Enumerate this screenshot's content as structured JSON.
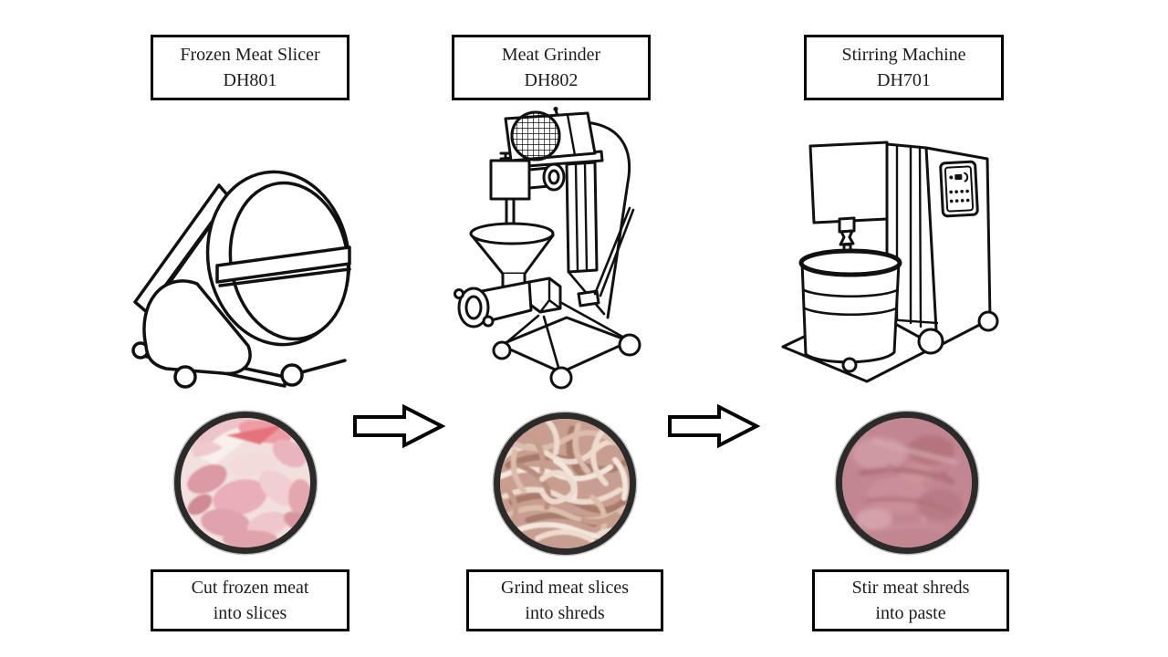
{
  "figure": {
    "background_color": "#ffffff",
    "line_color": "#111111",
    "box_border_color": "#000000",
    "text_color": "#1c1c1c",
    "arrow_fill": "#ffffff",
    "arrow_stroke": "#000000"
  },
  "stages": [
    {
      "machine_name": "Frozen Meat Slicer",
      "model": "DH801",
      "caption_line1": "Cut frozen meat",
      "caption_line2": "into slices",
      "photo_base_color": "#f2e0dd",
      "photo_ring_color": "#2d2a2a"
    },
    {
      "machine_name": "Meat Grinder",
      "model": "DH802",
      "caption_line1": "Grind meat slices",
      "caption_line2": "into shreds",
      "photo_base_color": "#c79e90",
      "photo_ring_color": "#2d2a2a"
    },
    {
      "machine_name": "Stirring Machine",
      "model": "DH701",
      "caption_line1": "Stir meat shreds",
      "caption_line2": "into paste",
      "photo_base_color": "#c28691",
      "photo_ring_color": "#2d2a2a"
    }
  ],
  "arrows": [
    {
      "direction": "right"
    },
    {
      "direction": "right"
    }
  ]
}
